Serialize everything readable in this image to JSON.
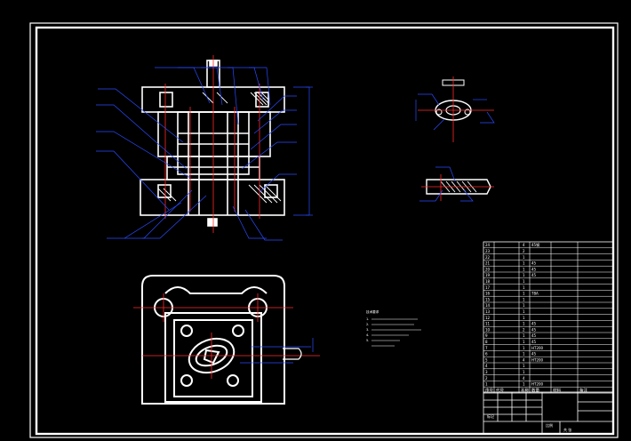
{
  "colors": {
    "background": "#000000",
    "outline": "#ffffff",
    "centerline": "#ff2a2a",
    "dimension": "#2a4bff",
    "hatch": "#ffffff"
  },
  "technical_requirements": {
    "title": "技术要求",
    "lines": [
      "1.",
      "2.",
      "3.",
      "4.",
      "5."
    ]
  },
  "title_block": {
    "label_unit": "比例",
    "label_sheet": "共 张",
    "label_mark": "标记"
  },
  "parts_list": {
    "header": [
      "序号",
      "代号",
      "名称",
      "数量",
      "材料",
      "备注"
    ],
    "rows": [
      {
        "no": "24",
        "qty": "4",
        "material": "45钢"
      },
      {
        "no": "23",
        "qty": "2",
        "material": ""
      },
      {
        "no": "22",
        "qty": "1",
        "material": ""
      },
      {
        "no": "21",
        "qty": "1",
        "material": "45"
      },
      {
        "no": "20",
        "qty": "1",
        "material": "45"
      },
      {
        "no": "19",
        "qty": "1",
        "material": "45"
      },
      {
        "no": "18",
        "qty": "1",
        "material": ""
      },
      {
        "no": "17",
        "qty": "1",
        "material": ""
      },
      {
        "no": "16",
        "qty": "1",
        "material": "T8A"
      },
      {
        "no": "15",
        "qty": "1",
        "material": ""
      },
      {
        "no": "14",
        "qty": "1",
        "material": ""
      },
      {
        "no": "13",
        "qty": "1",
        "material": ""
      },
      {
        "no": "12",
        "qty": "1",
        "material": ""
      },
      {
        "no": "11",
        "qty": "1",
        "material": "45"
      },
      {
        "no": "10",
        "qty": "2",
        "material": "45"
      },
      {
        "no": "9",
        "qty": "1",
        "material": "45"
      },
      {
        "no": "8",
        "qty": "1",
        "material": "45"
      },
      {
        "no": "7",
        "qty": "1",
        "material": "HT200"
      },
      {
        "no": "6",
        "qty": "1",
        "material": "45"
      },
      {
        "no": "5",
        "qty": "4",
        "material": "HT200"
      },
      {
        "no": "4",
        "qty": "1",
        "material": ""
      },
      {
        "no": "3",
        "qty": "1",
        "material": ""
      },
      {
        "no": "2",
        "qty": "4",
        "material": ""
      },
      {
        "no": "1",
        "qty": "1",
        "material": "HT200"
      }
    ]
  }
}
